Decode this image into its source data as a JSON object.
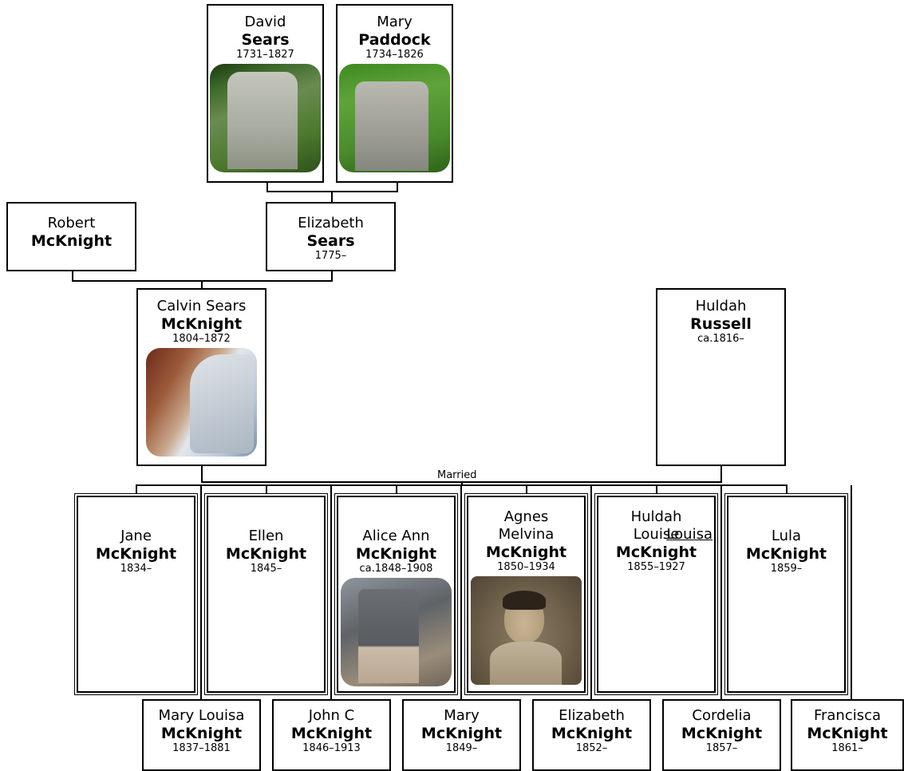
{
  "people": {
    "david": {
      "given": "David",
      "surname": "Sears",
      "dates": "1731–1827"
    },
    "mary_paddock": {
      "given": "Mary",
      "surname": "Paddock",
      "dates": "1734–1826"
    },
    "robert": {
      "given": "Robert",
      "surname": "McKnight",
      "dates": ""
    },
    "elizabeth_sears": {
      "given": "Elizabeth",
      "surname": "Sears",
      "dates": "1775–"
    },
    "calvin": {
      "given": "Calvin Sears",
      "surname": "McKnight",
      "dates": "1804–1872"
    },
    "huldah_russell": {
      "given": "Huldah",
      "surname": "Russell",
      "dates": "ca.1816–"
    },
    "jane": {
      "given": "Jane",
      "surname": "McKnight",
      "dates": "1834–"
    },
    "ellen": {
      "given": "Ellen",
      "surname": "McKnight",
      "dates": "1845–"
    },
    "alice": {
      "given": "Alice Ann",
      "surname": "McKnight",
      "dates": "ca.1848–1908"
    },
    "agnes": {
      "given": "Agnes Melvina",
      "surname": "McKnight",
      "dates": "1850–1934"
    },
    "huldah_louise": {
      "given": "Huldah Louise",
      "alt_given": "Louisa",
      "surname": "McKnight",
      "dates": "1855–1927"
    },
    "lula": {
      "given": "Lula",
      "surname": "McKnight",
      "dates": "1859–"
    },
    "mary_louisa": {
      "given": "Mary Louisa",
      "surname": "McKnight",
      "dates": "1837–1881"
    },
    "john": {
      "given": "John C",
      "surname": "McKnight",
      "dates": "1846–1913"
    },
    "mary_mck": {
      "given": "Mary",
      "surname": "McKnight",
      "dates": "1849–"
    },
    "elizabeth_mck": {
      "given": "Elizabeth",
      "surname": "McKnight",
      "dates": "1852–"
    },
    "cordelia": {
      "given": "Cordelia",
      "surname": "McKnight",
      "dates": "1857–"
    },
    "francisca": {
      "given": "Francisca",
      "surname": "McKnight",
      "dates": "1861–"
    }
  },
  "labels": {
    "married": "Married"
  }
}
